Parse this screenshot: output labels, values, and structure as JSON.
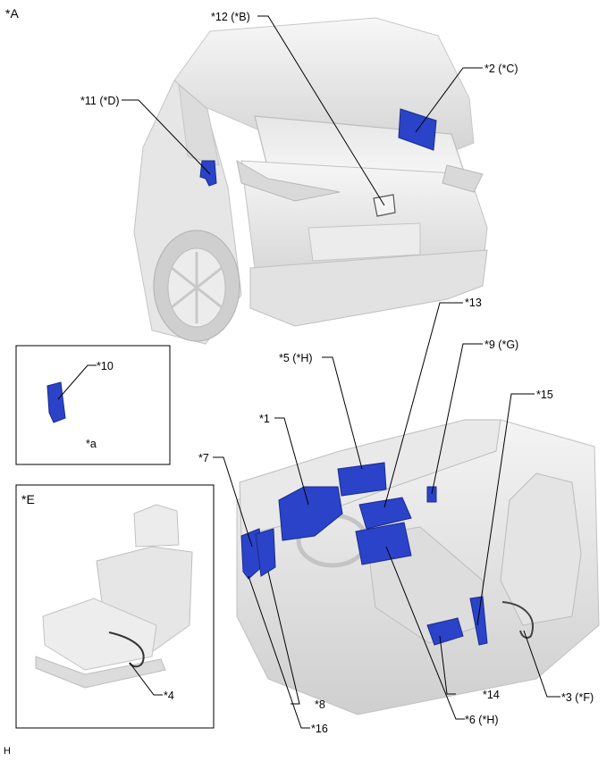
{
  "figure_code": "H",
  "views": {
    "rear_view_label": "*A",
    "inset_a_caption": "*a",
    "inset_seat_label": "*E"
  },
  "callouts": {
    "c1": "*1",
    "c2": "*2 (*C)",
    "c3": "*3 (*F)",
    "c4": "*4",
    "c5": "*5 (*H)",
    "c6": "*6 (*H)",
    "c7": "*7",
    "c8": "*8",
    "c9": "*9 (*G)",
    "c10": "*10",
    "c11": "*11 (*D)",
    "c12": "*12 (*B)",
    "c13": "*13",
    "c14": "*14",
    "c15": "*15",
    "c16": "*16"
  },
  "colors": {
    "component": "#2a43c9",
    "component_dark": "#1a2b8e",
    "body_light": "#f2f2f2",
    "body_mid": "#d8d8d8",
    "body_shadow": "#bdbdbd",
    "leader": "#000000"
  }
}
